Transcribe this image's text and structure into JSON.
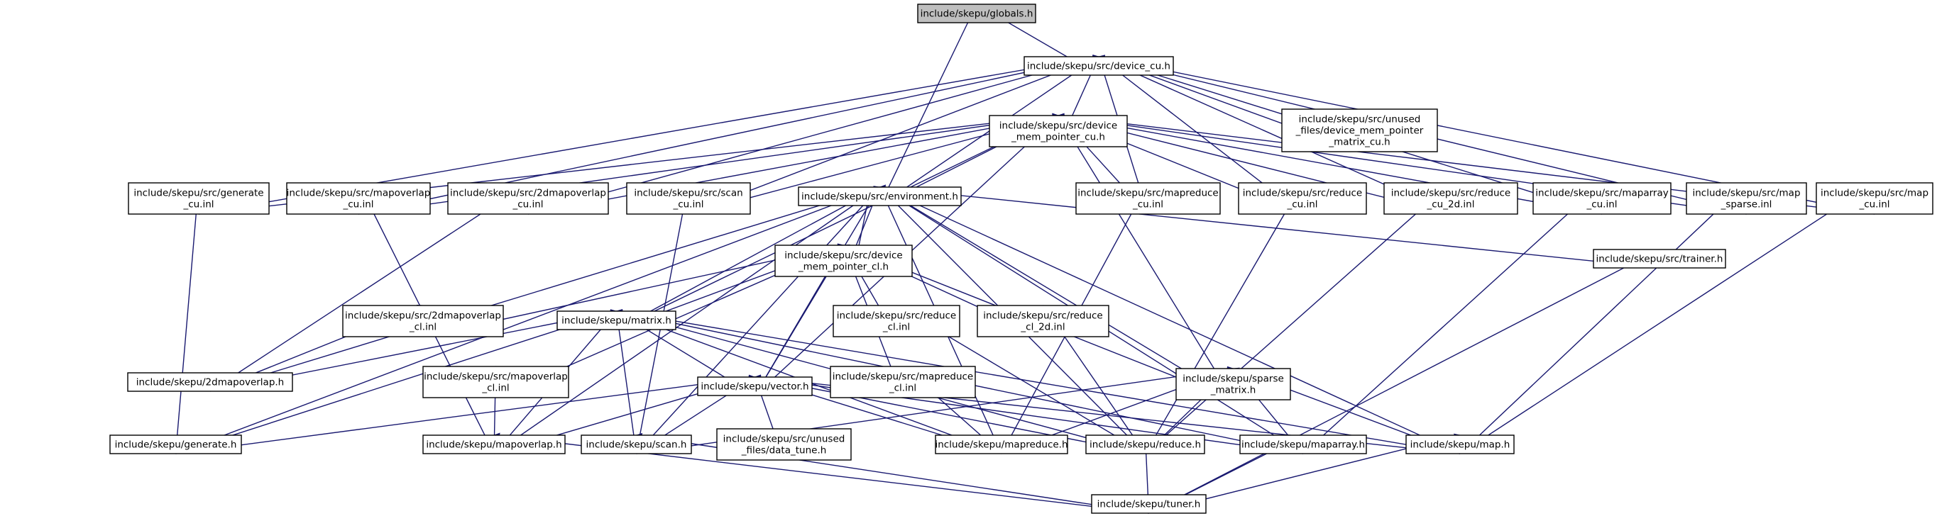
{
  "diagram": {
    "type": "include-dependency-graph",
    "colors": {
      "edge": "#191970",
      "root_fill": "#bfbfbf",
      "node_fill": "#ffffff",
      "border": "#000000"
    },
    "nodes": [
      {
        "id": "globals",
        "lines": [
          "include/skepu/globals.h"
        ],
        "root": true
      },
      {
        "id": "device_cu",
        "lines": [
          "include/skepu/src/device_cu.h"
        ]
      },
      {
        "id": "dmp_cu",
        "lines": [
          "include/skepu/src/device",
          "_mem_pointer_cu.h"
        ]
      },
      {
        "id": "unused_dmp",
        "lines": [
          "include/skepu/src/unused",
          "_files/device_mem_pointer",
          "_matrix_cu.h"
        ]
      },
      {
        "id": "generate_cu",
        "lines": [
          "include/skepu/src/generate",
          "_cu.inl"
        ]
      },
      {
        "id": "mapoverlap_cu",
        "lines": [
          "include/skepu/src/mapoverlap",
          "_cu.inl"
        ]
      },
      {
        "id": "2dmapoverlap_cu",
        "lines": [
          "include/skepu/src/2dmapoverlap",
          "_cu.inl"
        ]
      },
      {
        "id": "scan_cu",
        "lines": [
          "include/skepu/src/scan",
          "_cu.inl"
        ]
      },
      {
        "id": "environment",
        "lines": [
          "include/skepu/src/environment.h"
        ]
      },
      {
        "id": "mapreduce_cu",
        "lines": [
          "include/skepu/src/mapreduce",
          "_cu.inl"
        ]
      },
      {
        "id": "reduce_cu",
        "lines": [
          "include/skepu/src/reduce",
          "_cu.inl"
        ]
      },
      {
        "id": "reduce_cu_2d",
        "lines": [
          "include/skepu/src/reduce",
          "_cu_2d.inl"
        ]
      },
      {
        "id": "maparray_cu",
        "lines": [
          "include/skepu/src/maparray",
          "_cu.inl"
        ]
      },
      {
        "id": "map_sparse",
        "lines": [
          "include/skepu/src/map",
          "_sparse.inl"
        ]
      },
      {
        "id": "map_cu",
        "lines": [
          "include/skepu/src/map",
          "_cu.inl"
        ]
      },
      {
        "id": "dmp_cl",
        "lines": [
          "include/skepu/src/device",
          "_mem_pointer_cl.h"
        ]
      },
      {
        "id": "trainer",
        "lines": [
          "include/skepu/src/trainer.h"
        ]
      },
      {
        "id": "2dmapoverlap_cl",
        "lines": [
          "include/skepu/src/2dmapoverlap",
          "_cl.inl"
        ]
      },
      {
        "id": "matrix",
        "lines": [
          "include/skepu/matrix.h"
        ]
      },
      {
        "id": "reduce_cl",
        "lines": [
          "include/skepu/src/reduce",
          "_cl.inl"
        ]
      },
      {
        "id": "reduce_cl_2d",
        "lines": [
          "include/skepu/src/reduce",
          "_cl_2d.inl"
        ]
      },
      {
        "id": "2dmapoverlap_h",
        "lines": [
          "include/skepu/2dmapoverlap.h"
        ]
      },
      {
        "id": "mapoverlap_cl",
        "lines": [
          "include/skepu/src/mapoverlap",
          "_cl.inl"
        ]
      },
      {
        "id": "vector",
        "lines": [
          "include/skepu/vector.h"
        ]
      },
      {
        "id": "mapreduce_cl",
        "lines": [
          "include/skepu/src/mapreduce",
          "_cl.inl"
        ]
      },
      {
        "id": "sparse_matrix",
        "lines": [
          "include/skepu/sparse",
          "_matrix.h"
        ]
      },
      {
        "id": "generate_h",
        "lines": [
          "include/skepu/generate.h"
        ]
      },
      {
        "id": "mapoverlap_h",
        "lines": [
          "include/skepu/mapoverlap.h"
        ]
      },
      {
        "id": "scan_h",
        "lines": [
          "include/skepu/scan.h"
        ]
      },
      {
        "id": "unused_data_tune",
        "lines": [
          "include/skepu/src/unused",
          "_files/data_tune.h"
        ]
      },
      {
        "id": "mapreduce_h",
        "lines": [
          "include/skepu/mapreduce.h"
        ]
      },
      {
        "id": "reduce_h",
        "lines": [
          "include/skepu/reduce.h"
        ]
      },
      {
        "id": "maparray_h",
        "lines": [
          "include/skepu/maparray.h"
        ]
      },
      {
        "id": "map_h",
        "lines": [
          "include/skepu/map.h"
        ]
      },
      {
        "id": "tuner",
        "lines": [
          "include/skepu/tuner.h"
        ]
      }
    ],
    "edges": [
      [
        "globals",
        "device_cu"
      ],
      [
        "globals",
        "environment"
      ],
      [
        "device_cu",
        "dmp_cu"
      ],
      [
        "device_cu",
        "unused_dmp"
      ],
      [
        "device_cu",
        "generate_cu"
      ],
      [
        "device_cu",
        "mapoverlap_cu"
      ],
      [
        "device_cu",
        "2dmapoverlap_cu"
      ],
      [
        "device_cu",
        "scan_cu"
      ],
      [
        "device_cu",
        "environment"
      ],
      [
        "device_cu",
        "mapreduce_cu"
      ],
      [
        "device_cu",
        "reduce_cu"
      ],
      [
        "device_cu",
        "reduce_cu_2d"
      ],
      [
        "device_cu",
        "maparray_cu"
      ],
      [
        "device_cu",
        "map_sparse"
      ],
      [
        "device_cu",
        "map_cu"
      ],
      [
        "dmp_cu",
        "generate_cu"
      ],
      [
        "dmp_cu",
        "mapoverlap_cu"
      ],
      [
        "dmp_cu",
        "2dmapoverlap_cu"
      ],
      [
        "dmp_cu",
        "scan_cu"
      ],
      [
        "dmp_cu",
        "environment"
      ],
      [
        "dmp_cu",
        "mapreduce_cu"
      ],
      [
        "dmp_cu",
        "reduce_cu"
      ],
      [
        "dmp_cu",
        "reduce_cu_2d"
      ],
      [
        "dmp_cu",
        "maparray_cu"
      ],
      [
        "dmp_cu",
        "map_sparse"
      ],
      [
        "dmp_cu",
        "map_cu"
      ],
      [
        "dmp_cu",
        "matrix"
      ],
      [
        "dmp_cu",
        "vector"
      ],
      [
        "dmp_cu",
        "sparse_matrix"
      ],
      [
        "generate_cu",
        "generate_h"
      ],
      [
        "mapoverlap_cu",
        "mapoverlap_h"
      ],
      [
        "2dmapoverlap_cu",
        "2dmapoverlap_h"
      ],
      [
        "scan_cu",
        "scan_h"
      ],
      [
        "mapreduce_cu",
        "mapreduce_h"
      ],
      [
        "reduce_cu",
        "reduce_h"
      ],
      [
        "reduce_cu_2d",
        "reduce_h"
      ],
      [
        "maparray_cu",
        "maparray_h"
      ],
      [
        "map_sparse",
        "map_h"
      ],
      [
        "map_cu",
        "map_h"
      ],
      [
        "environment",
        "dmp_cl"
      ],
      [
        "environment",
        "trainer"
      ],
      [
        "environment",
        "matrix"
      ],
      [
        "environment",
        "vector"
      ],
      [
        "environment",
        "2dmapoverlap_h"
      ],
      [
        "environment",
        "generate_h"
      ],
      [
        "environment",
        "mapoverlap_h"
      ],
      [
        "environment",
        "scan_h"
      ],
      [
        "environment",
        "mapreduce_h"
      ],
      [
        "environment",
        "reduce_h"
      ],
      [
        "environment",
        "maparray_h"
      ],
      [
        "environment",
        "map_h"
      ],
      [
        "environment",
        "sparse_matrix"
      ],
      [
        "dmp_cl",
        "2dmapoverlap_cl"
      ],
      [
        "dmp_cl",
        "matrix"
      ],
      [
        "dmp_cl",
        "reduce_cl"
      ],
      [
        "dmp_cl",
        "reduce_cl_2d"
      ],
      [
        "dmp_cl",
        "mapoverlap_cl"
      ],
      [
        "dmp_cl",
        "vector"
      ],
      [
        "dmp_cl",
        "mapreduce_cl"
      ],
      [
        "dmp_cl",
        "sparse_matrix"
      ],
      [
        "dmp_cl",
        "environment"
      ],
      [
        "trainer",
        "tuner"
      ],
      [
        "2dmapoverlap_cl",
        "2dmapoverlap_h"
      ],
      [
        "reduce_cl",
        "reduce_h"
      ],
      [
        "reduce_cl_2d",
        "reduce_h"
      ],
      [
        "mapoverlap_cl",
        "mapoverlap_h"
      ],
      [
        "mapreduce_cl",
        "mapreduce_h"
      ],
      [
        "matrix",
        "2dmapoverlap_h"
      ],
      [
        "matrix",
        "vector"
      ],
      [
        "matrix",
        "generate_h"
      ],
      [
        "matrix",
        "mapoverlap_h"
      ],
      [
        "matrix",
        "scan_h"
      ],
      [
        "matrix",
        "mapreduce_h"
      ],
      [
        "matrix",
        "reduce_h"
      ],
      [
        "matrix",
        "maparray_h"
      ],
      [
        "matrix",
        "map_h"
      ],
      [
        "vector",
        "generate_h"
      ],
      [
        "vector",
        "mapoverlap_h"
      ],
      [
        "vector",
        "scan_h"
      ],
      [
        "vector",
        "unused_data_tune"
      ],
      [
        "vector",
        "mapreduce_h"
      ],
      [
        "vector",
        "reduce_h"
      ],
      [
        "vector",
        "maparray_h"
      ],
      [
        "vector",
        "map_h"
      ],
      [
        "sparse_matrix",
        "scan_h"
      ],
      [
        "sparse_matrix",
        "mapreduce_h"
      ],
      [
        "sparse_matrix",
        "reduce_h"
      ],
      [
        "sparse_matrix",
        "maparray_h"
      ],
      [
        "sparse_matrix",
        "map_h"
      ],
      [
        "mapoverlap_h",
        "tuner"
      ],
      [
        "scan_h",
        "tuner"
      ],
      [
        "reduce_h",
        "tuner"
      ],
      [
        "maparray_h",
        "tuner"
      ],
      [
        "map_h",
        "tuner"
      ]
    ]
  }
}
